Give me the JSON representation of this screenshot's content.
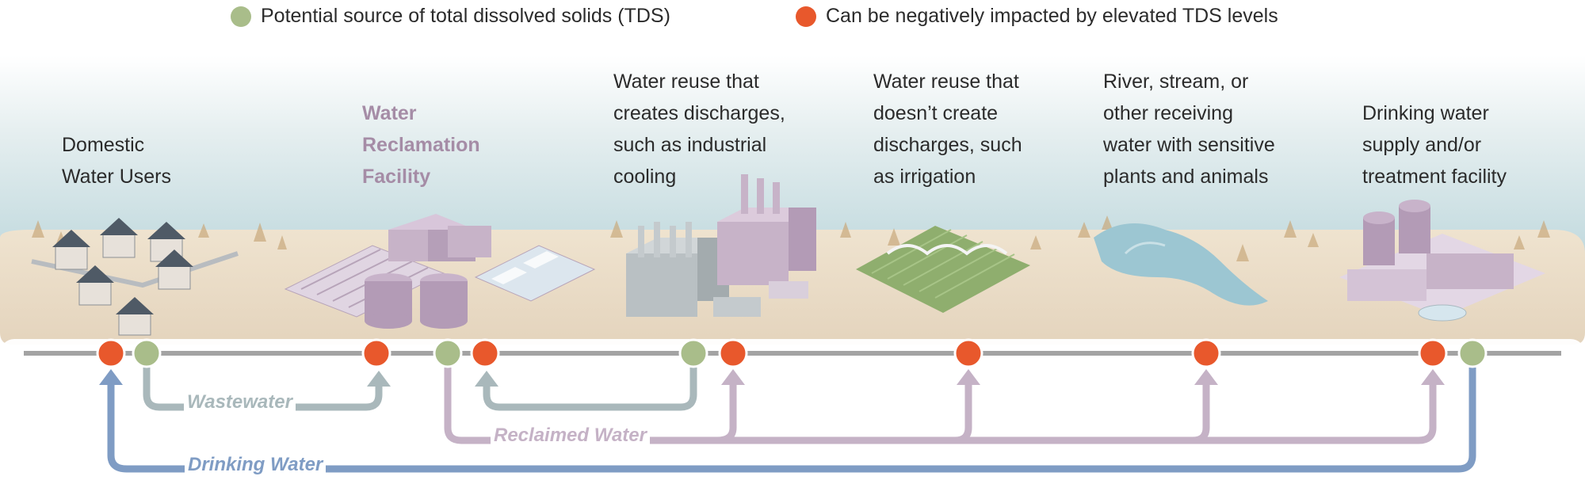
{
  "legend": {
    "source_label": "Potential source of total dissolved solids (TDS)",
    "impact_label": "Can be negatively impacted by elevated TDS levels",
    "source_color": "#a9bd8a",
    "impact_color": "#e8582c"
  },
  "stages": {
    "domestic": {
      "lines": [
        "Domestic",
        "Water Users"
      ]
    },
    "reclamation": {
      "lines": [
        "Water",
        "Reclamation",
        "Facility"
      ]
    },
    "industrial": {
      "lines": [
        "Water reuse that",
        "creates discharges,",
        "such as industrial",
        "cooling"
      ]
    },
    "irrigation": {
      "lines": [
        "Water reuse that",
        "doesn’t create",
        "discharges, such",
        "as irrigation"
      ]
    },
    "receiving": {
      "lines": [
        "River, stream, or",
        "other receiving",
        "water with sensitive",
        "plants and animals"
      ]
    },
    "drinking": {
      "lines": [
        "Drinking water",
        "supply and/or",
        "treatment facility"
      ]
    }
  },
  "flows": {
    "wastewater": "Wastewater",
    "reclaimed": "Reclaimed Water",
    "drinking": "Drinking Water"
  },
  "colors": {
    "wastewater": "#a9b8bb",
    "reclaimed": "#c5b2c6",
    "drinking": "#7f9cc4",
    "ground": "#e9dcc7",
    "sky": "#cfe1e4",
    "building": "#c7b3c8",
    "grey_building": "#b9c0c3",
    "house": "#4f5a66",
    "field": "#8fae6e",
    "water_body": "#9cc6d2",
    "accent_label": "#a58ca6"
  }
}
